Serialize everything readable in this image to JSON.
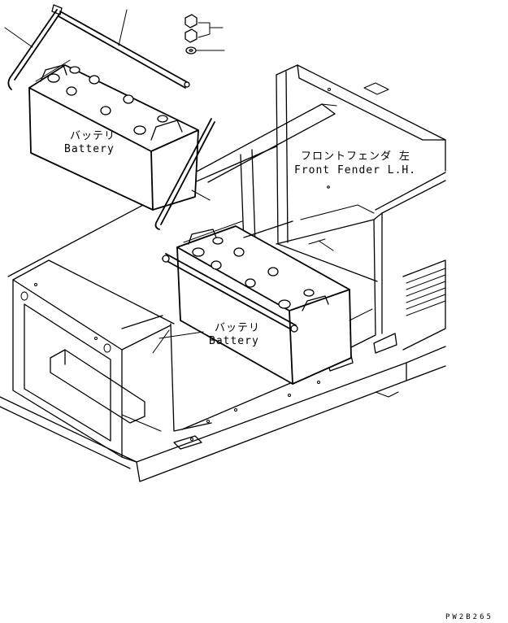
{
  "labels": {
    "battery_upper_jp": "バッテリ",
    "battery_upper_en": "Battery",
    "battery_lower_jp": "バッテリ",
    "battery_lower_en": "Battery",
    "front_fender_jp": "フロントフェンダ 左",
    "front_fender_en": "Front Fender L.H."
  },
  "drawing_ref": "PW2B265"
}
